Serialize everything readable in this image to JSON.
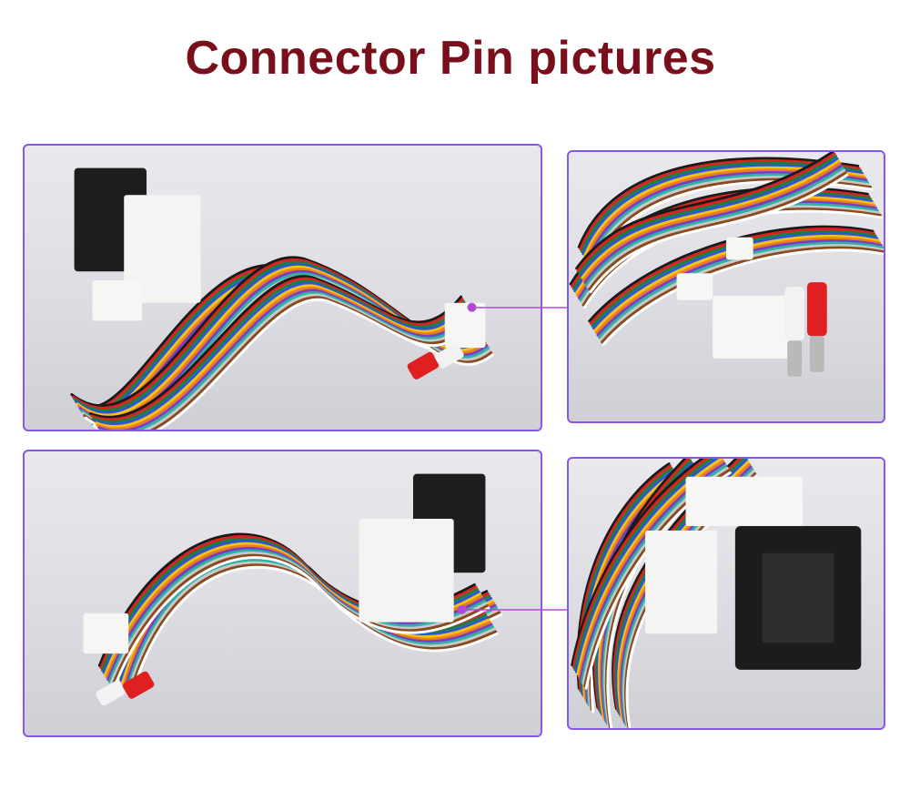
{
  "page": {
    "title": "Connector Pin pictures",
    "title_color": "#7a0f1c",
    "frame_color": "#8a56e6",
    "callout_color": "#b14ad1"
  },
  "photos": [
    {
      "id": "overview-top",
      "subject": "wire-harness-overview"
    },
    {
      "id": "detail-top",
      "subject": "rca-plugs-and-white-connectors-closeup"
    },
    {
      "id": "overview-bottom",
      "subject": "wire-harness-overview"
    },
    {
      "id": "detail-bottom",
      "subject": "black-quadlock-connector-closeup"
    }
  ],
  "wire_colors": [
    "#1a1a1a",
    "#e02020",
    "#1f7d3a",
    "#2a55d9",
    "#f2c21b",
    "#ef7d1a",
    "#7a3fc0",
    "#2bb3a3",
    "#c8c8c8",
    "#8a4a1f",
    "#ffffff"
  ]
}
